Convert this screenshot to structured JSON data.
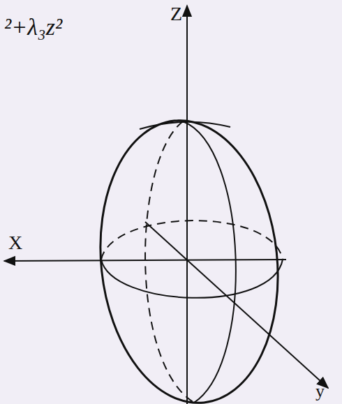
{
  "diagram": {
    "labels": [
      "²+λ₃z²",
      "Z",
      "X",
      "y"
    ]
  }
}
